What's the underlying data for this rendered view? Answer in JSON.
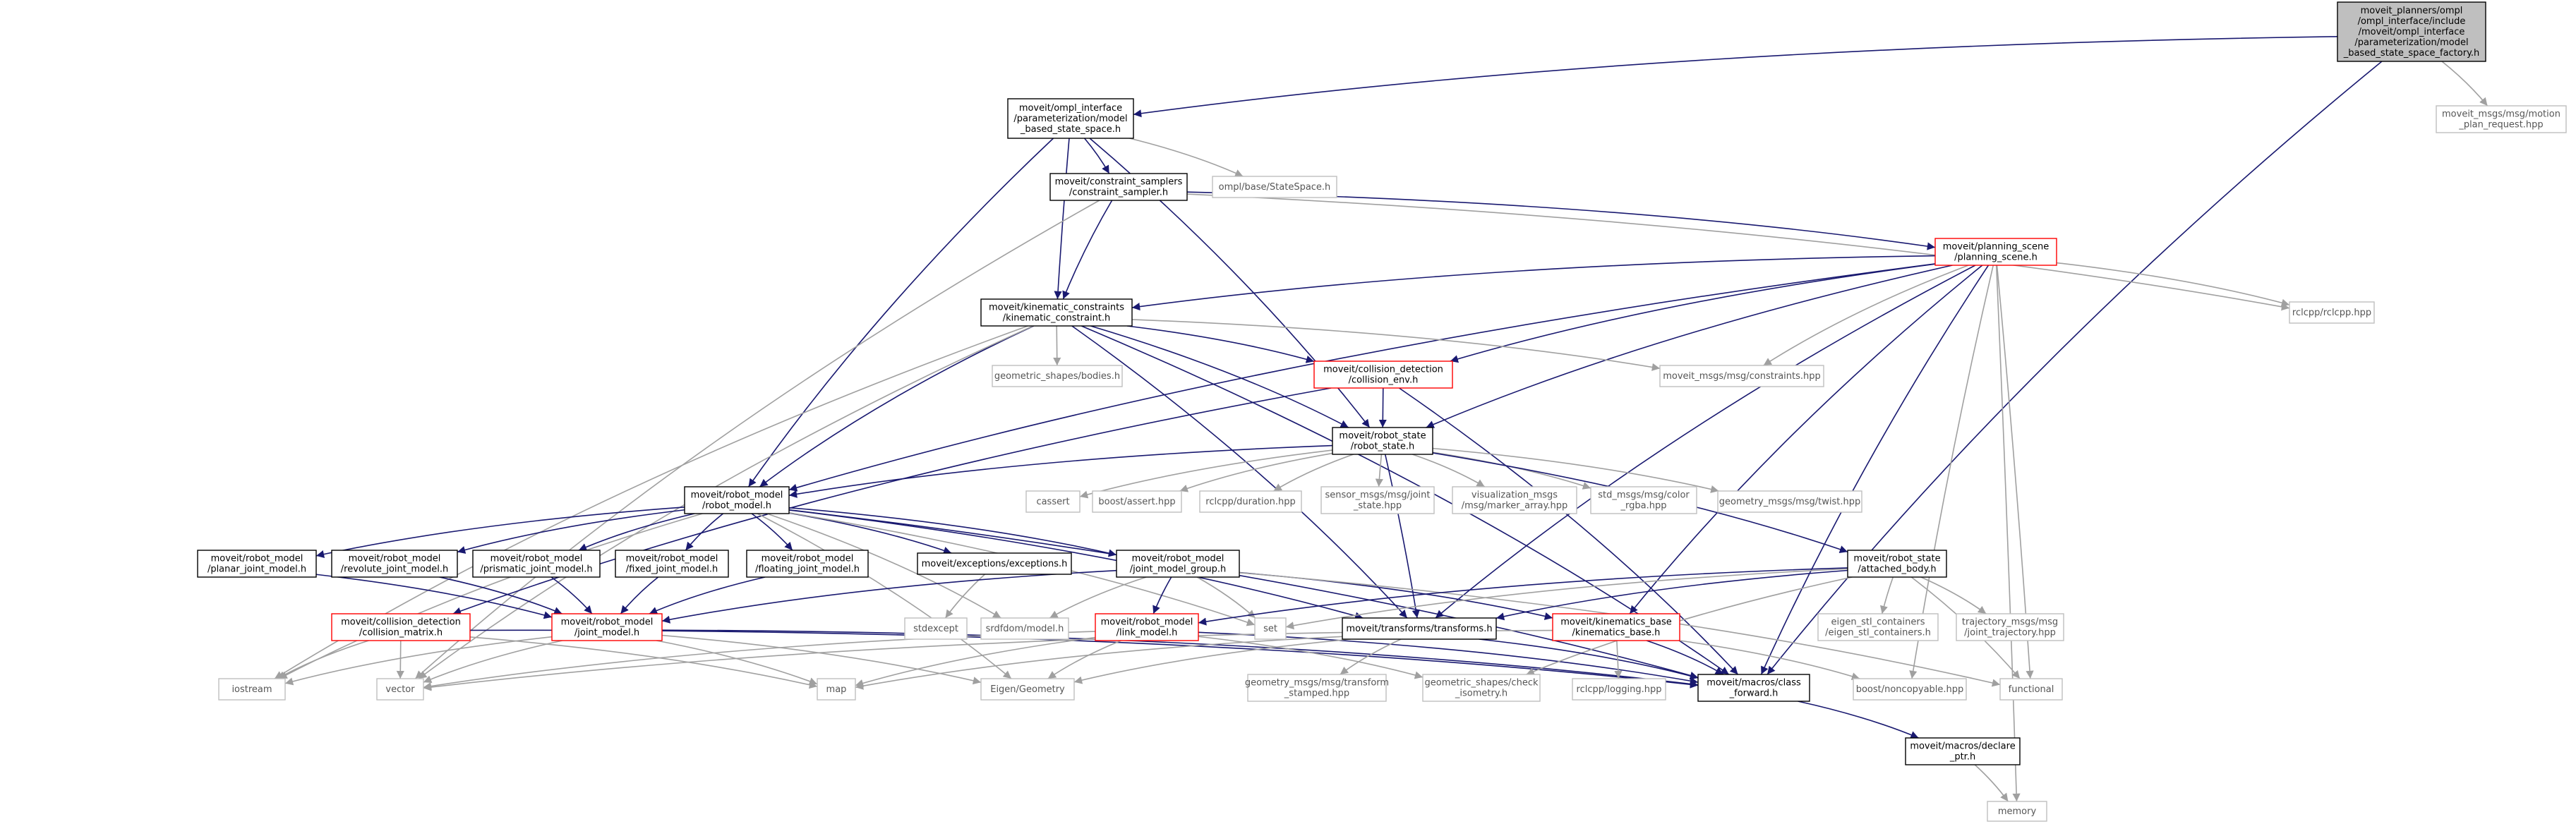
{
  "colors": {
    "edge": "#191970",
    "edge_weak": "#a0a0a0",
    "root_fill": "#bfbfbf",
    "box_border": "#000000",
    "red_border": "#ff0000",
    "gray_border": "#bfbfbf"
  },
  "nodes": [
    {
      "id": "root",
      "kind": "root",
      "lines": [
        "moveit_planners/ompl",
        "/ompl_interface/include",
        "/moveit/ompl_interface",
        "/parameterization/model",
        "_based_state_space_factory.h"
      ]
    },
    {
      "id": "model_based",
      "kind": "normal",
      "lines": [
        "moveit/ompl_interface",
        "/parameterization/model",
        "_based_state_space.h"
      ]
    },
    {
      "id": "motion_plan",
      "kind": "gray",
      "lines": [
        "moveit_msgs/msg/motion",
        "_plan_request.hpp"
      ]
    },
    {
      "id": "constraint_sampler",
      "kind": "normal",
      "lines": [
        "moveit/constraint_samplers",
        "/constraint_sampler.h"
      ]
    },
    {
      "id": "ompl_statespace",
      "kind": "gray",
      "lines": [
        "ompl/base/StateSpace.h"
      ]
    },
    {
      "id": "planning_scene",
      "kind": "red",
      "lines": [
        "moveit/planning_scene",
        "/planning_scene.h"
      ]
    },
    {
      "id": "rclcpp",
      "kind": "gray",
      "lines": [
        "rclcpp/rclcpp.hpp"
      ]
    },
    {
      "id": "kinematic_constraint",
      "kind": "normal",
      "lines": [
        "moveit/kinematic_constraints",
        "/kinematic_constraint.h"
      ]
    },
    {
      "id": "geometric_bodies",
      "kind": "gray",
      "lines": [
        "geometric_shapes/bodies.h"
      ]
    },
    {
      "id": "collision_env",
      "kind": "red",
      "lines": [
        "moveit/collision_detection",
        "/collision_env.h"
      ]
    },
    {
      "id": "msgs_constraints",
      "kind": "gray",
      "lines": [
        "moveit_msgs/msg/constraints.hpp"
      ]
    },
    {
      "id": "robot_state",
      "kind": "normal",
      "lines": [
        "moveit/robot_state",
        "/robot_state.h"
      ]
    },
    {
      "id": "robot_model",
      "kind": "normal",
      "lines": [
        "moveit/robot_model",
        "/robot_model.h"
      ]
    },
    {
      "id": "cassert",
      "kind": "gray",
      "lines": [
        "cassert"
      ]
    },
    {
      "id": "boost_assert",
      "kind": "gray",
      "lines": [
        "boost/assert.hpp"
      ]
    },
    {
      "id": "rclcpp_duration",
      "kind": "gray",
      "lines": [
        "rclcpp/duration.hpp"
      ]
    },
    {
      "id": "sensor_joint",
      "kind": "gray",
      "lines": [
        "sensor_msgs/msg/joint",
        "_state.hpp"
      ]
    },
    {
      "id": "vis_marker",
      "kind": "gray",
      "lines": [
        "visualization_msgs",
        "/msg/marker_array.hpp"
      ]
    },
    {
      "id": "std_color",
      "kind": "gray",
      "lines": [
        "std_msgs/msg/color",
        "_rgba.hpp"
      ]
    },
    {
      "id": "geom_twist",
      "kind": "gray",
      "lines": [
        "geometry_msgs/msg/twist.hpp"
      ]
    },
    {
      "id": "attached_body",
      "kind": "normal",
      "lines": [
        "moveit/robot_state",
        "/attached_body.h"
      ]
    },
    {
      "id": "planar_joint",
      "kind": "normal",
      "lines": [
        "moveit/robot_model",
        "/planar_joint_model.h"
      ]
    },
    {
      "id": "revolute_joint",
      "kind": "normal",
      "lines": [
        "moveit/robot_model",
        "/revolute_joint_model.h"
      ]
    },
    {
      "id": "prismatic_joint",
      "kind": "normal",
      "lines": [
        "moveit/robot_model",
        "/prismatic_joint_model.h"
      ]
    },
    {
      "id": "fixed_joint",
      "kind": "normal",
      "lines": [
        "moveit/robot_model",
        "/fixed_joint_model.h"
      ]
    },
    {
      "id": "floating_joint",
      "kind": "normal",
      "lines": [
        "moveit/robot_model",
        "/floating_joint_model.h"
      ]
    },
    {
      "id": "exceptions",
      "kind": "normal",
      "lines": [
        "moveit/exceptions/exceptions.h"
      ]
    },
    {
      "id": "joint_model_group",
      "kind": "normal",
      "lines": [
        "moveit/robot_model",
        "/joint_model_group.h"
      ]
    },
    {
      "id": "collision_matrix",
      "kind": "red",
      "lines": [
        "moveit/collision_detection",
        "/collision_matrix.h"
      ]
    },
    {
      "id": "joint_model",
      "kind": "red",
      "lines": [
        "moveit/robot_model",
        "/joint_model.h"
      ]
    },
    {
      "id": "stdexcept",
      "kind": "gray",
      "lines": [
        "stdexcept"
      ]
    },
    {
      "id": "srdfdom",
      "kind": "gray",
      "lines": [
        "srdfdom/model.h"
      ]
    },
    {
      "id": "link_model",
      "kind": "red",
      "lines": [
        "moveit/robot_model",
        "/link_model.h"
      ]
    },
    {
      "id": "set",
      "kind": "gray",
      "lines": [
        "set"
      ]
    },
    {
      "id": "transforms",
      "kind": "normal",
      "lines": [
        "moveit/transforms/transforms.h"
      ]
    },
    {
      "id": "kinematics_base",
      "kind": "red",
      "lines": [
        "moveit/kinematics_base",
        "/kinematics_base.h"
      ]
    },
    {
      "id": "eigen_stl",
      "kind": "gray",
      "lines": [
        "eigen_stl_containers",
        "/eigen_stl_containers.h"
      ]
    },
    {
      "id": "traj_msgs",
      "kind": "gray",
      "lines": [
        "trajectory_msgs/msg",
        "/joint_trajectory.hpp"
      ]
    },
    {
      "id": "iostream",
      "kind": "gray",
      "lines": [
        "iostream"
      ]
    },
    {
      "id": "vector",
      "kind": "gray",
      "lines": [
        "vector"
      ]
    },
    {
      "id": "map",
      "kind": "gray",
      "lines": [
        "map"
      ]
    },
    {
      "id": "eigen_geometry",
      "kind": "gray",
      "lines": [
        "Eigen/Geometry"
      ]
    },
    {
      "id": "geom_transform",
      "kind": "gray",
      "lines": [
        "geometry_msgs/msg/transform",
        "_stamped.hpp"
      ]
    },
    {
      "id": "geom_check",
      "kind": "gray",
      "lines": [
        "geometric_shapes/check",
        "_isometry.h"
      ]
    },
    {
      "id": "rclcpp_logging",
      "kind": "gray",
      "lines": [
        "rclcpp/logging.hpp"
      ]
    },
    {
      "id": "class_forward",
      "kind": "normal",
      "lines": [
        "moveit/macros/class",
        "_forward.h"
      ]
    },
    {
      "id": "boost_noncopyable",
      "kind": "gray",
      "lines": [
        "boost/noncopyable.hpp"
      ]
    },
    {
      "id": "functional",
      "kind": "gray",
      "lines": [
        "functional"
      ]
    },
    {
      "id": "declare_ptr",
      "kind": "normal",
      "lines": [
        "moveit/macros/declare",
        "_ptr.h"
      ]
    },
    {
      "id": "memory",
      "kind": "gray",
      "lines": [
        "memory"
      ]
    }
  ]
}
